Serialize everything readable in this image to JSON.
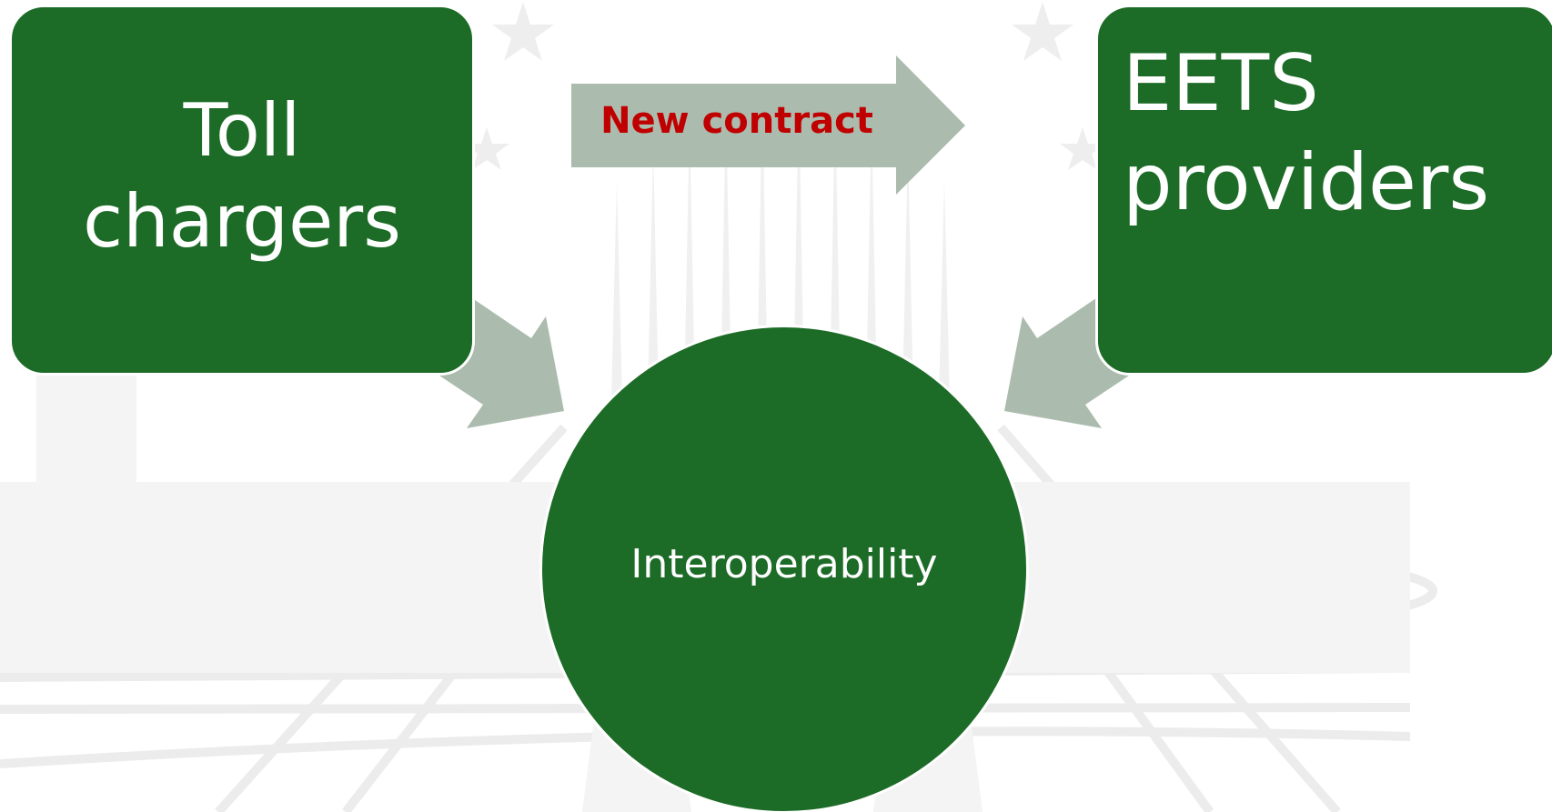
{
  "colors": {
    "box_fill": "#1c6b26",
    "arrow_fill": "#abbbad",
    "arrow_text": "#c00000",
    "node_text": "#ffffff",
    "watermark": "#ececec"
  },
  "nodes": {
    "toll_chargers": "Toll\nchargers",
    "eets_providers": "EETS\nproviders",
    "center": "Interoperability"
  },
  "edges": {
    "top_arrow_label": "New contract"
  },
  "background": {
    "watermark": "eu-flag-stars-and-building-watermark"
  }
}
